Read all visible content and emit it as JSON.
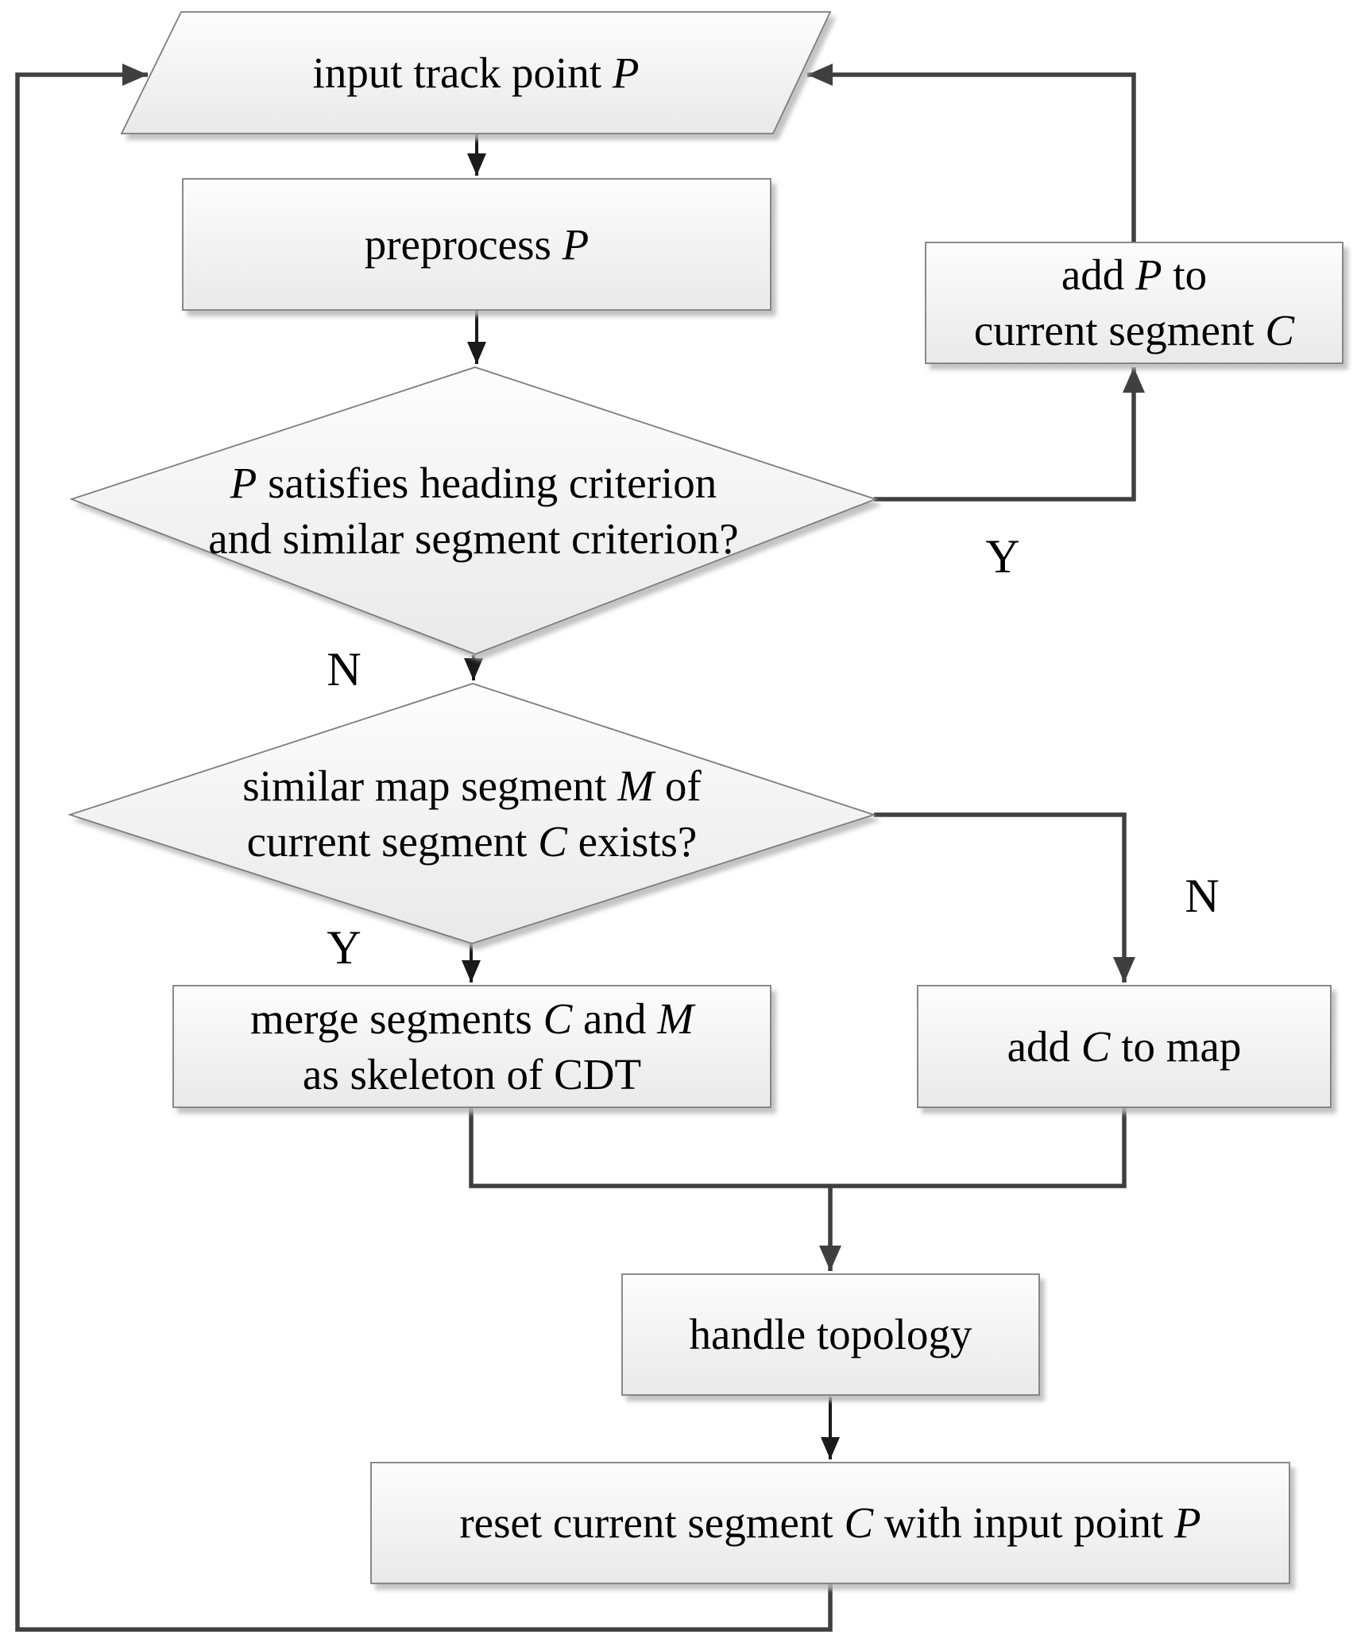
{
  "nodes": {
    "input_track_point": {
      "text": "input track point P"
    },
    "preprocess": {
      "text": "preprocess P"
    },
    "heading_criterion_decision": {
      "line1": "P satisfies heading criterion",
      "line2": "and similar segment criterion?"
    },
    "add_p_to_current_segment": {
      "line1": "add P to",
      "line2": "current segment C"
    },
    "similar_map_segment_decision": {
      "line1": "similar map segment M of",
      "line2": "current segment C exists?"
    },
    "merge_segments": {
      "line1": "merge segments C and M",
      "line2": "as skeleton of CDT"
    },
    "add_c_to_map": {
      "text": "add C to map"
    },
    "handle_topology": {
      "text": "handle topology"
    },
    "reset_current_segment": {
      "text": "reset current segment C with input point P"
    }
  },
  "edge_labels": {
    "decision1_yes": "Y",
    "decision1_no": "N",
    "decision2_no": "N",
    "decision2_yes": "Y"
  },
  "colors": {
    "line_thick": "#3f3f3f",
    "line_thin": "#1a1a1a",
    "node_border": "#7d7d7d",
    "node_fill_top": "#fdfdfd",
    "node_fill_bottom": "#e9e9e9",
    "text": "#000000",
    "background": "#ffffff"
  }
}
